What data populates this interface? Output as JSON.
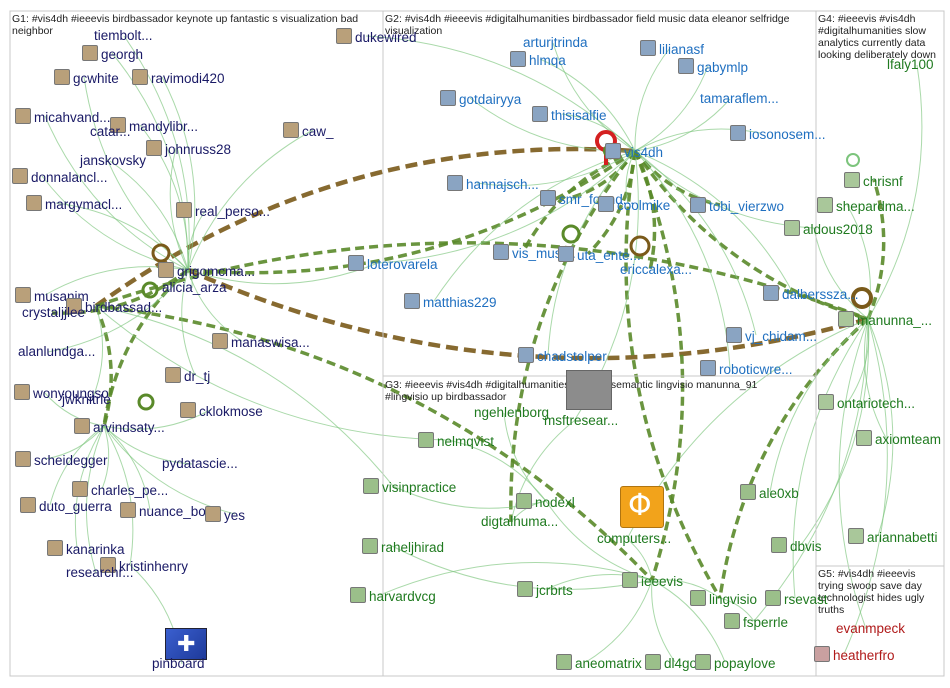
{
  "groups": [
    {
      "id": "G1",
      "caption": "G1: #vis4dh #ieeevis birdbassador keynote up fantastic s visualization bad neighbor"
    },
    {
      "id": "G2",
      "caption": "G2: #vis4dh #ieeevis #digitalhumanities birdbassador field music data eleanor selfridge visualization"
    },
    {
      "id": "G3",
      "caption": "G3: #ieeevis #vis4dh #digitalhumanities through semantic lingvisio manunna_91 #lingvisio up birdbassador"
    },
    {
      "id": "G4",
      "caption": "G4: #ieeevis #vis4dh #digitalhumanities slow analytics currently data looking deliberately down"
    },
    {
      "id": "G5",
      "caption": "G5: #vis4dh #ieeevis trying swoop save day technologist hides ugly truths"
    }
  ],
  "colors": {
    "g1": "#1a1a66",
    "g2": "#1f6fc0",
    "g3": "#1f7a1f",
    "g4": "#1f7a1f",
    "g5": "#b01a1a",
    "edge": "#7cc47c",
    "edge_strong": "#5a8a2a",
    "edge_brown": "#7a5a1a",
    "edge_red": "#d42020"
  },
  "nodes": [
    {
      "id": "georgh",
      "label": "georgh",
      "group": "g1"
    },
    {
      "id": "tiemboli",
      "label": "tiembolt...",
      "group": "g1"
    },
    {
      "id": "gcwhite",
      "label": "gcwhite",
      "group": "g1"
    },
    {
      "id": "ravimodi420",
      "label": "ravimodi420",
      "group": "g1"
    },
    {
      "id": "micahvand",
      "label": "micahvand...",
      "group": "g1"
    },
    {
      "id": "mandylibr",
      "label": "mandylibr...",
      "group": "g1"
    },
    {
      "id": "catar",
      "label": "catar...",
      "group": "g1"
    },
    {
      "id": "johnruss28",
      "label": "johnruss28",
      "group": "g1"
    },
    {
      "id": "janskovsky",
      "label": "janskovsky",
      "group": "g1"
    },
    {
      "id": "donnalancl",
      "label": "donnalancl...",
      "group": "g1"
    },
    {
      "id": "margymacl",
      "label": "margymacl...",
      "group": "g1"
    },
    {
      "id": "real_perso",
      "label": "real_perso...",
      "group": "g1"
    },
    {
      "id": "grigomcma",
      "label": "grigomcma...",
      "group": "g1"
    },
    {
      "id": "alicia_arza",
      "label": "alicia_arza",
      "group": "g1"
    },
    {
      "id": "musanim",
      "label": "musanim",
      "group": "g1"
    },
    {
      "id": "birdbassad",
      "label": "birdbassad...",
      "group": "g1"
    },
    {
      "id": "crystaljjlee",
      "label": "crystaljjlee",
      "group": "g1"
    },
    {
      "id": "manaswisa",
      "label": "manaswisa...",
      "group": "g1"
    },
    {
      "id": "alanlundga",
      "label": "alanlundga...",
      "group": "g1"
    },
    {
      "id": "dr_tj",
      "label": "dr_tj",
      "group": "g1"
    },
    {
      "id": "wonyoungso",
      "label": "wonyoungso",
      "group": "g1"
    },
    {
      "id": "jwknitrle",
      "label": "jwknitrle",
      "group": "g1"
    },
    {
      "id": "cklokmose",
      "label": "cklokmose",
      "group": "g1"
    },
    {
      "id": "arvindsaty",
      "label": "arvindsaty...",
      "group": "g1"
    },
    {
      "id": "scheidegger",
      "label": "scheidegger",
      "group": "g1"
    },
    {
      "id": "pydatascie",
      "label": "pydatascie...",
      "group": "g1"
    },
    {
      "id": "charles_pe",
      "label": "charles_pe...",
      "group": "g1"
    },
    {
      "id": "duto_guerra",
      "label": "duto_guerra",
      "group": "g1"
    },
    {
      "id": "nuance_bot",
      "label": "nuance_bot",
      "group": "g1"
    },
    {
      "id": "yes",
      "label": "yes",
      "group": "g1"
    },
    {
      "id": "kanarinka",
      "label": "kanarinka",
      "group": "g1"
    },
    {
      "id": "kristinhenry",
      "label": "kristinhenry",
      "group": "g1"
    },
    {
      "id": "researchr",
      "label": "researchr...",
      "group": "g1"
    },
    {
      "id": "pinboard",
      "label": "pinboard",
      "group": "g1"
    },
    {
      "id": "dukewired",
      "label": "dukewired",
      "group": "g1"
    },
    {
      "id": "caw_",
      "label": "caw_",
      "group": "g1"
    },
    {
      "id": "arturjtrinda",
      "label": "arturjtrinda",
      "group": "g2"
    },
    {
      "id": "hlmqa",
      "label": "hlmqa",
      "group": "g2"
    },
    {
      "id": "lilianasf",
      "label": "lilianasf",
      "group": "g2"
    },
    {
      "id": "gabymlp",
      "label": "gabymlp",
      "group": "g2"
    },
    {
      "id": "gotdairyya",
      "label": "gotdairyya",
      "group": "g2"
    },
    {
      "id": "thisisalfie",
      "label": "thisisalfie",
      "group": "g2"
    },
    {
      "id": "tamaraflem",
      "label": "tamaraflem...",
      "group": "g2"
    },
    {
      "id": "iosonosem",
      "label": "iosonosem...",
      "group": "g2"
    },
    {
      "id": "vis4dh",
      "label": "vis4dh",
      "group": "g2"
    },
    {
      "id": "hannajsch",
      "label": "hannajsch...",
      "group": "g2"
    },
    {
      "id": "smr_found",
      "label": "smr_found...",
      "group": "g2"
    },
    {
      "id": "coolmike",
      "label": "coolmike",
      "group": "g2"
    },
    {
      "id": "tobi_vierzwo",
      "label": "tobi_vierzwo",
      "group": "g2"
    },
    {
      "id": "vis_musi",
      "label": "vis_musi...",
      "group": "g2"
    },
    {
      "id": "uta_ente",
      "label": "uta_ente...",
      "group": "g2"
    },
    {
      "id": "ericcalexa",
      "label": "ericcalexa...",
      "group": "g2"
    },
    {
      "id": "loterovarela",
      "label": "loterovarela",
      "group": "g2"
    },
    {
      "id": "matthias229",
      "label": "matthias229",
      "group": "g2"
    },
    {
      "id": "dalberssza",
      "label": "dalberssza...",
      "group": "g2"
    },
    {
      "id": "vj_chidam",
      "label": "vj_chidam...",
      "group": "g2"
    },
    {
      "id": "chadstolper",
      "label": "chadstolper",
      "group": "g2"
    },
    {
      "id": "roboticwre",
      "label": "roboticwre...",
      "group": "g2"
    },
    {
      "id": "ngehlenborg",
      "label": "ngehlenborg",
      "group": "g3"
    },
    {
      "id": "msftresear",
      "label": "msftresear...",
      "group": "g3"
    },
    {
      "id": "nelmqvist",
      "label": "nelmqvist",
      "group": "g3"
    },
    {
      "id": "visinpractice",
      "label": "visinpractice",
      "group": "g3"
    },
    {
      "id": "nodexl",
      "label": "nodexl",
      "group": "g3"
    },
    {
      "id": "digtalhuma",
      "label": "digtalhuma...",
      "group": "g3"
    },
    {
      "id": "computers",
      "label": "computers...",
      "group": "g3"
    },
    {
      "id": "ale0xb",
      "label": "ale0xb",
      "group": "g3"
    },
    {
      "id": "dbvis",
      "label": "dbvis",
      "group": "g3"
    },
    {
      "id": "raheljhirad",
      "label": "raheljhirad",
      "group": "g3"
    },
    {
      "id": "harvardvcg",
      "label": "harvardvcg",
      "group": "g3"
    },
    {
      "id": "jcrbrts",
      "label": "jcrbrts",
      "group": "g3"
    },
    {
      "id": "ieeevis",
      "label": "ieeevis",
      "group": "g3"
    },
    {
      "id": "lingvisio",
      "label": "lingvisio",
      "group": "g3"
    },
    {
      "id": "rsevast",
      "label": "rsevast",
      "group": "g3"
    },
    {
      "id": "fsperrle",
      "label": "fsperrle",
      "group": "g3"
    },
    {
      "id": "aneomatrix",
      "label": "aneomatrix",
      "group": "g3"
    },
    {
      "id": "dl4go",
      "label": "dl4go",
      "group": "g3"
    },
    {
      "id": "popaylove",
      "label": "popaylove",
      "group": "g3"
    },
    {
      "id": "lfaly100",
      "label": "lfaly100",
      "group": "g4"
    },
    {
      "id": "chrisnf",
      "label": "chrisnf",
      "group": "g4"
    },
    {
      "id": "shepardma",
      "label": "shepardma...",
      "group": "g4"
    },
    {
      "id": "aldous2018",
      "label": "aldous2018",
      "group": "g4"
    },
    {
      "id": "manunna",
      "label": "manunna_...",
      "group": "g4"
    },
    {
      "id": "ontariotech",
      "label": "ontariotech...",
      "group": "g4"
    },
    {
      "id": "axiomteam",
      "label": "axiomteam",
      "group": "g4"
    },
    {
      "id": "ariannabetti",
      "label": "ariannabetti",
      "group": "g4"
    },
    {
      "id": "evanmpeck",
      "label": "evanmpeck",
      "group": "g5"
    },
    {
      "id": "heatherfro",
      "label": "heatherfro",
      "group": "g5"
    }
  ]
}
